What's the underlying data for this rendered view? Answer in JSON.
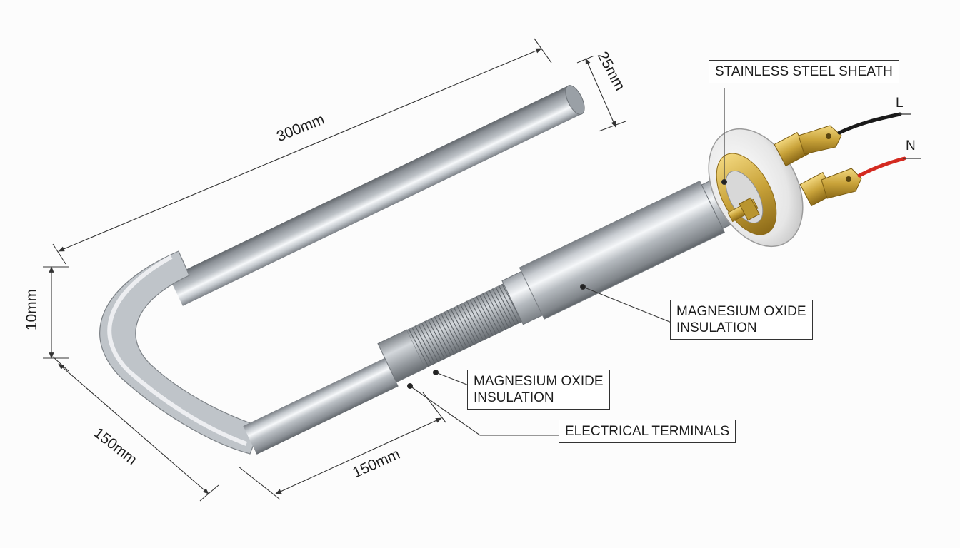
{
  "colors": {
    "steel_dark": "#6f7479",
    "steel_mid": "#b9bec3",
    "steel_light": "#f3f5f7",
    "brass": "#c9a33a",
    "flange": "#e9e9e9",
    "wire_live": "#1a1a1a",
    "wire_neutral": "#d42a20",
    "line": "#333333"
  },
  "labels": {
    "sheath": "STAINLESS STEEL SHEATH",
    "insulation_upper_line1": "MAGNESIUM OXIDE",
    "insulation_upper_line2": "INSULATION",
    "insulation_lower_line1": "MAGNESIUM OXIDE",
    "insulation_lower_line2": "INSULATION",
    "terminals": "ELECTRICAL TERMINALS"
  },
  "wires": {
    "live": "L",
    "neutral": "N"
  },
  "dimensions": {
    "top_length": "300mm",
    "diameter": "25mm",
    "bend_height": "10mm",
    "side_length": "150mm",
    "bottom_length": "150mm"
  }
}
